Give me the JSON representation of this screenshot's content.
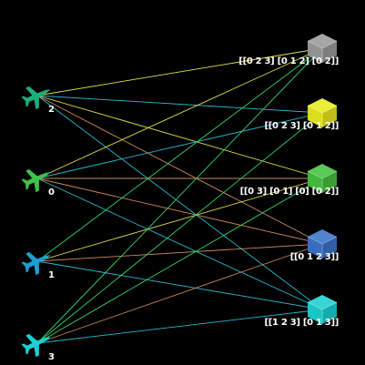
{
  "colors": {
    "background": "#000000",
    "line_orange": "#c8875a",
    "line_green": "#2fd36a",
    "line_yellow": "#e2e34a",
    "line_cyan": "#29b6cf"
  },
  "planes": [
    {
      "id": "plane-2",
      "label": "2",
      "color": "#1aaf7d",
      "icon": "airplane-icon"
    },
    {
      "id": "plane-0",
      "label": "0",
      "color": "#3fc24a",
      "icon": "airplane-icon"
    },
    {
      "id": "plane-1",
      "label": "1",
      "color": "#1f9fd0",
      "icon": "airplane-icon"
    },
    {
      "id": "plane-3",
      "label": "3",
      "color": "#1ccfd0",
      "icon": "airplane-icon"
    }
  ],
  "cubes": [
    {
      "id": "cube-gray",
      "label": "[[0 2 3] [0 1 2] [0 2]]",
      "color": "#9a9a9a",
      "icon": "cube-icon"
    },
    {
      "id": "cube-yellow",
      "label": "[[0 2 3] [0 1 2]]",
      "color": "#e8ea1e",
      "icon": "cube-icon"
    },
    {
      "id": "cube-green",
      "label": "[[0 3] [0 1] [0] [0 2]]",
      "color": "#45c040",
      "icon": "cube-icon"
    },
    {
      "id": "cube-blue",
      "label": "[[0 1 2 3]]",
      "color": "#3a73c8",
      "icon": "cube-icon"
    },
    {
      "id": "cube-cyan",
      "label": "[[1 2 3] [0 1 3]]",
      "color": "#1ccfd0",
      "icon": "cube-icon"
    }
  ],
  "edges": [
    {
      "from": 0,
      "to": 0,
      "color": "line_yellow"
    },
    {
      "from": 0,
      "to": 1,
      "color": "line_cyan"
    },
    {
      "from": 0,
      "to": 2,
      "color": "line_yellow"
    },
    {
      "from": 0,
      "to": 3,
      "color": "line_orange"
    },
    {
      "from": 0,
      "to": 4,
      "color": "line_cyan"
    },
    {
      "from": 1,
      "to": 0,
      "color": "line_yellow"
    },
    {
      "from": 1,
      "to": 1,
      "color": "line_cyan"
    },
    {
      "from": 1,
      "to": 2,
      "color": "line_orange"
    },
    {
      "from": 1,
      "to": 3,
      "color": "line_orange"
    },
    {
      "from": 1,
      "to": 4,
      "color": "line_cyan"
    },
    {
      "from": 2,
      "to": 0,
      "color": "line_green"
    },
    {
      "from": 2,
      "to": 2,
      "color": "line_yellow"
    },
    {
      "from": 2,
      "to": 3,
      "color": "line_orange"
    },
    {
      "from": 2,
      "to": 4,
      "color": "line_cyan"
    },
    {
      "from": 3,
      "to": 0,
      "color": "line_green"
    },
    {
      "from": 3,
      "to": 1,
      "color": "line_green"
    },
    {
      "from": 3,
      "to": 2,
      "color": "line_green"
    },
    {
      "from": 3,
      "to": 3,
      "color": "line_orange"
    },
    {
      "from": 3,
      "to": 4,
      "color": "line_cyan"
    }
  ]
}
